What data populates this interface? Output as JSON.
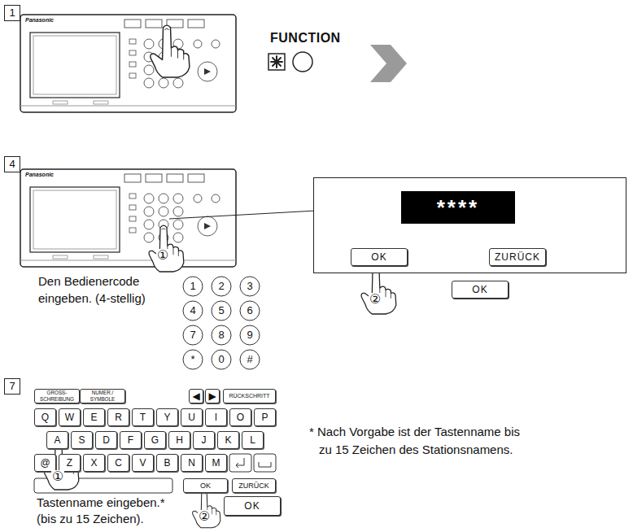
{
  "diagram": {
    "nodes": [
      {
        "text": []
      },
      {
        "text": [
          "****"
        ],
        "in": 0
      },
      {
        "text": [
          "OK"
        ],
        "in": 0
      },
      {
        "text": [
          "ZURÜCK"
        ],
        "in": 0
      },
      {
        "text": [
          "OK"
        ]
      },
      {
        "text": [
          "GROSS- SCHREIBUNG"
        ]
      },
      {
        "text": [
          "NUMER./ SYMBOLE"
        ]
      },
      {
        "text": [
          "◀"
        ]
      },
      {
        "text": [
          "▶"
        ]
      },
      {
        "text": [
          "RÜCKSCHRITT"
        ]
      },
      {
        "text": [
          "Q"
        ]
      },
      {
        "text": [
          "W"
        ]
      },
      {
        "text": [
          "E"
        ]
      },
      {
        "text": [
          "R"
        ]
      },
      {
        "text": [
          "T"
        ]
      },
      {
        "text": [
          "Y"
        ]
      },
      {
        "text": [
          "U"
        ]
      },
      {
        "text": [
          "I"
        ]
      },
      {
        "text": [
          "O"
        ]
      },
      {
        "text": [
          "P"
        ]
      },
      {
        "text": [
          "A"
        ]
      },
      {
        "text": [
          "S"
        ]
      },
      {
        "text": [
          "D"
        ]
      },
      {
        "text": [
          "F"
        ]
      },
      {
        "text": [
          "G"
        ]
      },
      {
        "text": [
          "H"
        ]
      },
      {
        "text": [
          "J"
        ]
      },
      {
        "text": [
          "K"
        ]
      },
      {
        "text": [
          "L"
        ]
      },
      {
        "text": [
          "@"
        ]
      },
      {
        "text": [
          "Z"
        ]
      },
      {
        "text": [
          "X"
        ]
      },
      {
        "text": [
          "C"
        ]
      },
      {
        "text": [
          "V"
        ]
      },
      {
        "text": [
          "B"
        ]
      },
      {
        "text": [
          "N"
        ]
      },
      {
        "text": [
          "M"
        ]
      },
      {
        "text": [
          "OK"
        ]
      },
      {
        "text": [
          "ZURÜCK"
        ]
      },
      {
        "text": [
          "OK"
        ]
      }
    ],
    "labels": [
      "1",
      "Panasonic",
      "FUNCTION",
      "4",
      "Panasonic",
      "①",
      "Den Bedienercode eingeben. (4-stellig)",
      "1",
      "2",
      "3",
      "4",
      "5",
      "6",
      "7",
      "8",
      "9",
      "*",
      "0",
      "#",
      "②",
      "7",
      "①",
      "②",
      "* Nach Vorgabe ist der Tastenname bis zu 15 Zeichen des Stationsnamens.",
      "Tastenname eingeben.* (bis zu 15 Zeichen)."
    ]
  }
}
